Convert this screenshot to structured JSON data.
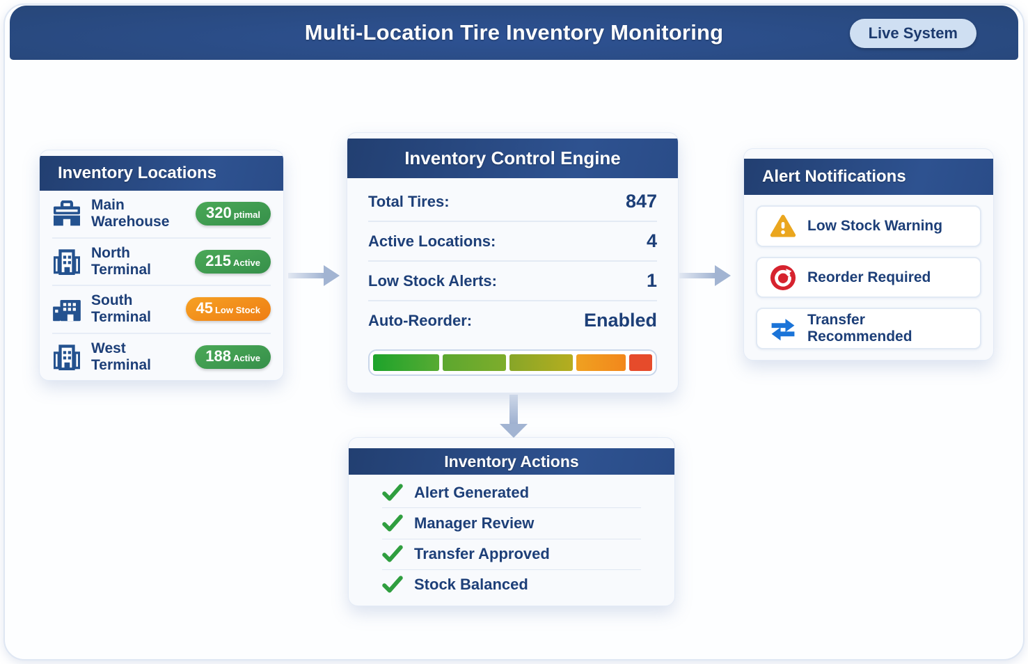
{
  "header": {
    "title": "Multi-Location Tire Inventory Monitoring",
    "badge": "Live System"
  },
  "locations_panel": {
    "title": "Inventory Locations",
    "items": [
      {
        "icon": "warehouse-icon",
        "name": "Main Warehouse",
        "count": "320",
        "status": "ptimal",
        "badge": "green"
      },
      {
        "icon": "building-icon",
        "name": "North Terminal",
        "count": "215",
        "status": "Active",
        "badge": "green"
      },
      {
        "icon": "factory-icon",
        "name": "South Terminal",
        "count": "45",
        "status": "Low Stock",
        "badge": "orange"
      },
      {
        "icon": "building-icon",
        "name": "West Terminal",
        "count": "188",
        "status": "Active",
        "badge": "green"
      }
    ]
  },
  "engine_panel": {
    "title": "Inventory Control Engine",
    "stats": [
      {
        "label": "Total Tires:",
        "value": "847"
      },
      {
        "label": "Active Locations:",
        "value": "4"
      },
      {
        "label": "Low Stock Alerts:",
        "value": "1"
      },
      {
        "label": "Auto-Reorder:",
        "value": "Enabled"
      }
    ],
    "capacity_bar": {
      "segments": [
        {
          "from": "#1da32b",
          "to": "#57ab33",
          "flex": 96
        },
        {
          "from": "#5ca72f",
          "to": "#7ead2b",
          "flex": 92
        },
        {
          "from": "#87a628",
          "to": "#b5ad1f",
          "flex": 92
        },
        {
          "from": "#f0a120",
          "to": "#f2871c",
          "flex": 72
        },
        {
          "from": "#e64b2b",
          "to": "#e64b2b",
          "flex": 33
        }
      ]
    }
  },
  "alerts_panel": {
    "title": "Alert Notifications",
    "items": [
      {
        "icon": "warning-icon",
        "label": "Low Stock Warning"
      },
      {
        "icon": "reorder-icon",
        "label": "Reorder Required"
      },
      {
        "icon": "transfer-icon",
        "label": "Transfer Recommended"
      }
    ]
  },
  "actions_panel": {
    "title": "Inventory Actions",
    "items": [
      {
        "icon": "check-icon",
        "label": "Alert Generated"
      },
      {
        "icon": "check-icon",
        "label": "Manager Review"
      },
      {
        "icon": "check-icon",
        "label": "Transfer Approved"
      },
      {
        "icon": "check-icon",
        "label": "Stock Balanced"
      }
    ]
  },
  "colors": {
    "header_blue": "#27497f",
    "accent_green": "#3f9d4b",
    "accent_orange": "#f28a1e",
    "alert_red": "#d6232e",
    "alert_amber": "#eaa61e",
    "link_blue": "#1b74d8",
    "text_navy": "#1d3f78",
    "arrow_gray": "#a2b4d2"
  }
}
